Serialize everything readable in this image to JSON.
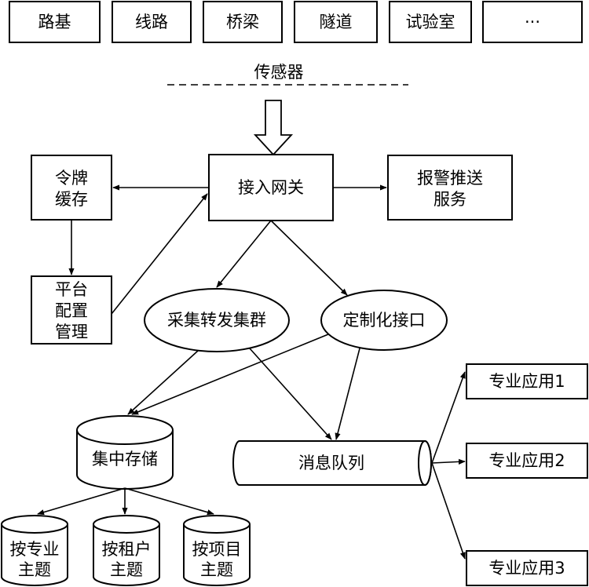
{
  "sources": [
    "路基",
    "线路",
    "桥梁",
    "隧道",
    "试验室",
    "···"
  ],
  "sensor_label": "传感器",
  "nodes": {
    "token_cache": [
      "令牌",
      "缓存"
    ],
    "gateway": "接入网关",
    "alarm_push": [
      "报警推送",
      "服务"
    ],
    "platform_config": [
      "平台",
      "配置",
      "管理"
    ],
    "collect_cluster": "采集转发集群",
    "custom_interface": "定制化接口",
    "central_storage": "集中存储",
    "message_queue": "消息队列",
    "by_specialty": [
      "按专业",
      "主题"
    ],
    "by_tenant": [
      "按租户",
      "主题"
    ],
    "by_project": [
      "按项目",
      "主题"
    ],
    "app1": "专业应用1",
    "app2": "专业应用2",
    "app3": "专业应用3"
  },
  "colors": {
    "stroke": "#000000",
    "fill": "#ffffff",
    "text": "#000000"
  }
}
